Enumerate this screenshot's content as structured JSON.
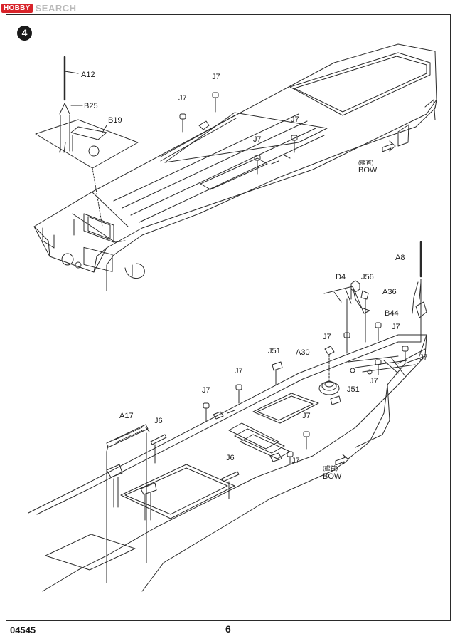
{
  "watermark": {
    "badge": "HOBBY",
    "text": "SEARCH"
  },
  "step": {
    "number": "4"
  },
  "upper": {
    "part_A12": "A12",
    "part_B25": "B25",
    "part_B19": "B19",
    "part_J7_a": "J7",
    "part_J7_b": "J7",
    "part_J7_c": "J7",
    "part_J7_d": "J7",
    "bow_jp": "(艦首)",
    "bow_en": "BOW"
  },
  "lower": {
    "part_A8": "A8",
    "part_D4": "D4",
    "part_J56": "J56",
    "part_A36": "A36",
    "part_B44": "B44",
    "part_J7_a": "J7",
    "part_J7_b": "J7",
    "part_J7_c": "J7",
    "part_J7_d": "J7",
    "part_J7_e": "J7",
    "part_J7_f": "J7",
    "part_J7_g": "J7",
    "part_J7_h": "J7",
    "part_J51_a": "J51",
    "part_J51_b": "J51",
    "part_A30": "A30",
    "part_A17": "A17",
    "part_J6_a": "J6",
    "part_J6_b": "J6",
    "bow_jp": "(艦首)",
    "bow_en": "BOW"
  },
  "footer": {
    "code": "04545",
    "page": "6"
  }
}
